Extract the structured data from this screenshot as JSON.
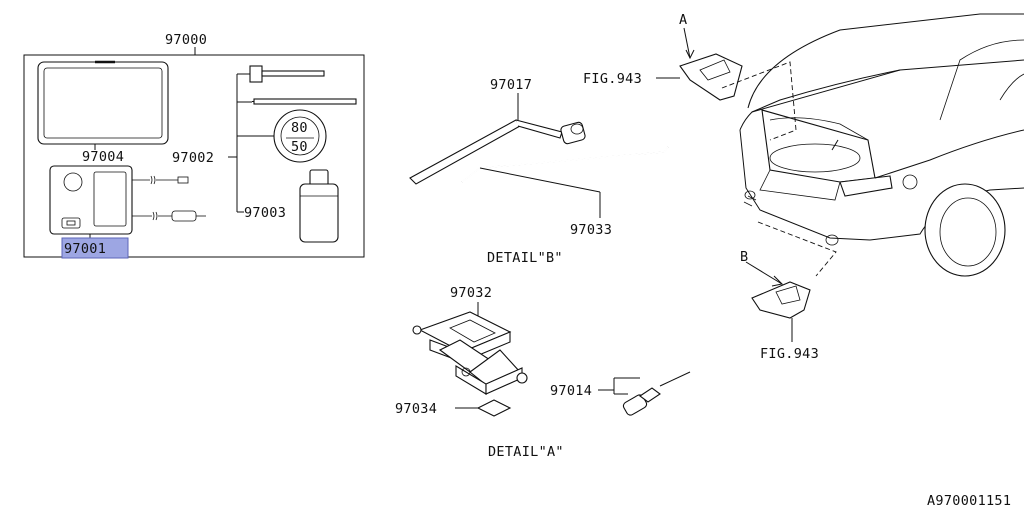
{
  "labels": {
    "kit": "97000",
    "bag": "97004",
    "wrench_set": "97002",
    "compressor": "97001",
    "sealant": "97003",
    "lug_wrench": "97017",
    "jack_handle": "97033",
    "jack": "97032",
    "jack_pad": "97034",
    "tow_hook": "97014",
    "detail_a": "DETAIL\"A\"",
    "detail_b": "DETAIL\"B\"",
    "fig_top": "FIG.943",
    "fig_bottom": "FIG.943",
    "callout_a": "A",
    "callout_b": "B",
    "speed_top": "80",
    "speed_bottom": "50",
    "doc_id": "A970001151"
  },
  "colors": {
    "highlight_fill": "#9da6e3",
    "line": "#111111"
  }
}
